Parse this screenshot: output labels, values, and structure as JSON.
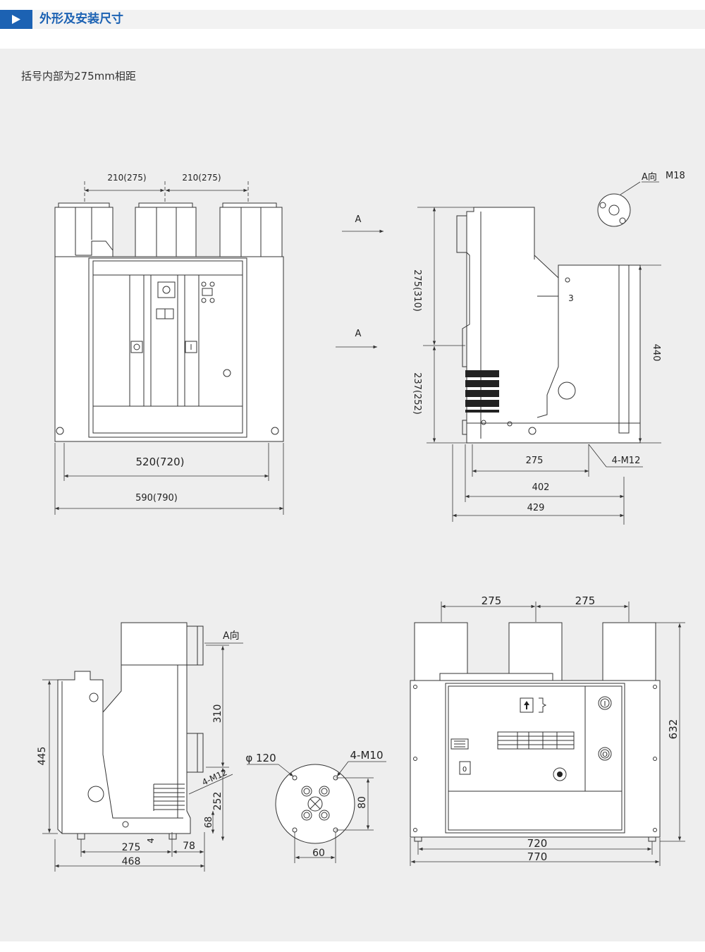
{
  "header": {
    "title": "外形及安装尺寸",
    "accent": "#1c62b3"
  },
  "note": "括号内部为275mm相距",
  "front_view": {
    "pitch_left": "210(275)",
    "pitch_right": "210(275)",
    "inner_width": "520(720)",
    "outer_width": "590(790)"
  },
  "side_view": {
    "arrow_a_top": "A",
    "arrow_a_bottom": "A",
    "h_upper": "275(310)",
    "h_lower": "237(252)",
    "height": "440",
    "item_3": "3",
    "mount_spacing": "275",
    "bolts": "4-M12",
    "depth_402": "402",
    "depth_429": "429",
    "a_view": "A向",
    "thread": "M18"
  },
  "side_view_2": {
    "a_view": "A向",
    "h445": "445",
    "h310": "310",
    "h252": "252",
    "h68": "68",
    "bolts": "4-M12",
    "d275": "275",
    "d78": "78",
    "d468": "468",
    "d4": "4"
  },
  "flange": {
    "diameter": "φ 120",
    "bolts": "4-M10",
    "d80": "80",
    "d60": "60"
  },
  "front_view_2": {
    "pitch_left": "275",
    "pitch_right": "275",
    "height": "632",
    "w720": "720",
    "w770": "770",
    "btn_on": "I",
    "btn_off": "O",
    "counter_label": "0"
  }
}
